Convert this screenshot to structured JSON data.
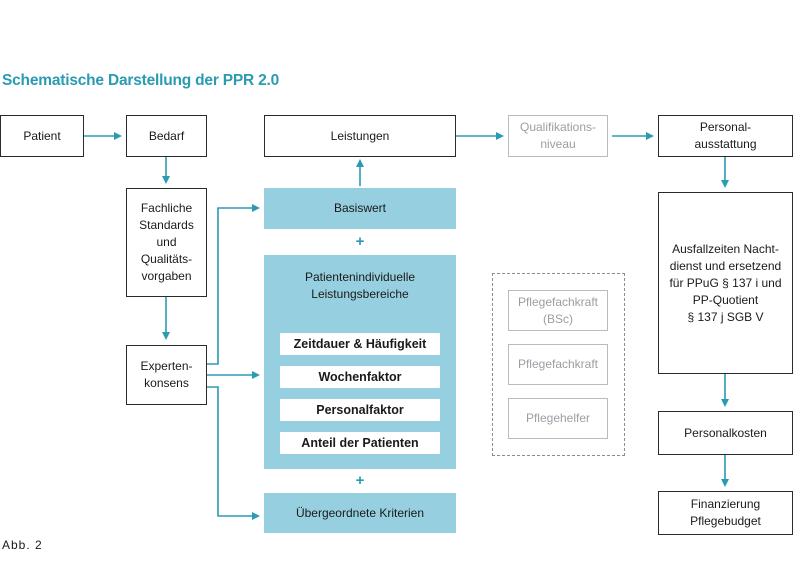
{
  "title": "Schematische Darstellung der PPR 2.0",
  "caption": "Abb. 2",
  "nodes": {
    "patient": "Patient",
    "bedarf": "Bedarf",
    "fachliche": "Fachliche\nStandards\nund\nQualitäts-\nvorgaben",
    "experten": "Experten-\nkonsens",
    "leistungen": "Leistungen",
    "qualifikation": "Qualifikations-\nniveau",
    "personalausstattung": "Personal-\nausstattung",
    "ausfallzeiten": "Ausfallzeiten Nacht-\ndienst und ersetzend\nfür PPuG § 137 i und\nPP-Quotient\n§ 137 j SGB V",
    "personalkosten": "Personalkosten",
    "finanzierung": "Finanzierung\nPflegebudget"
  },
  "blue_panel": {
    "basiswert": "Basiswert",
    "plus": "+",
    "patientenindividuelle": "Patientenindividuelle\nLeistungsbereiche",
    "items": [
      "Zeitdauer & Häufigkeit",
      "Wochenfaktor",
      "Personalfaktor",
      "Anteil der Patienten"
    ],
    "uebergeordnete": "Übergeordnete Kriterien"
  },
  "qualification_levels": [
    "Pflegefachkraft\n(BSc)",
    "Pflegefachkraft",
    "Pflegehelfer"
  ],
  "colors": {
    "accent": "#2a9bb3",
    "panel_fill": "#96cfdf",
    "muted_border": "#b9bcbf",
    "muted_text": "#9a9ea3"
  }
}
